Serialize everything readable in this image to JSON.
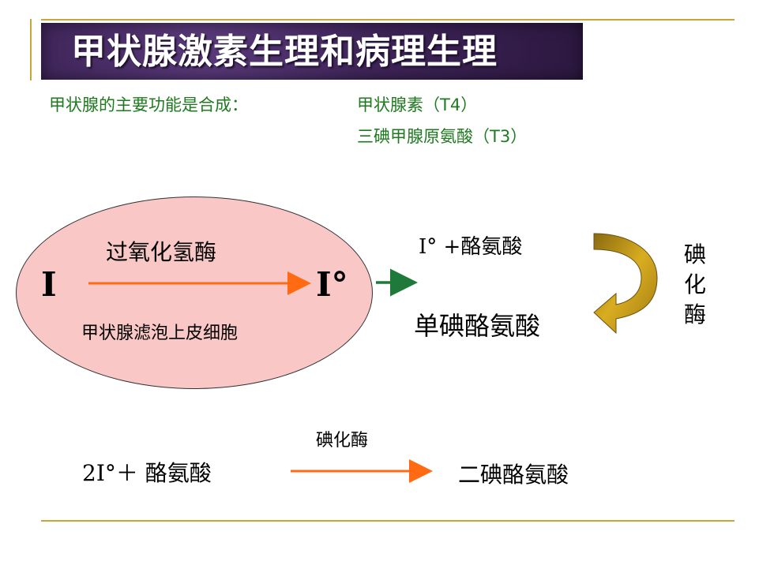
{
  "title": "甲状腺激素生理和病理生理",
  "intro": {
    "line1": "甲状腺的主要功能是合成：",
    "product1": "甲状腺素（T4）",
    "product2": "三碘甲腺原氨酸（T3）"
  },
  "diagram": {
    "enzyme_label": "过氧化氢酶",
    "left_symbol": "I",
    "right_symbol": "I°",
    "location_label": "甲状腺滤泡上皮细胞",
    "reaction_input": "I° +酪氨酸",
    "reaction_output": "单碘酪氨酸",
    "side_enzyme": "碘化酶"
  },
  "equation": {
    "enzyme": "碘化酶",
    "left": "2I°＋ 酪氨酸",
    "right": "二碘酪氨酸"
  },
  "colors": {
    "title_bg": "#3e2458",
    "green_text": "#1f7a1f",
    "ellipse_fill": "#f9c7c5",
    "orange_arrow": "#ff6a13",
    "green_arrow": "#1f7a3a",
    "curved_arrow": "#c89a14",
    "rule": "#c8a73a"
  }
}
